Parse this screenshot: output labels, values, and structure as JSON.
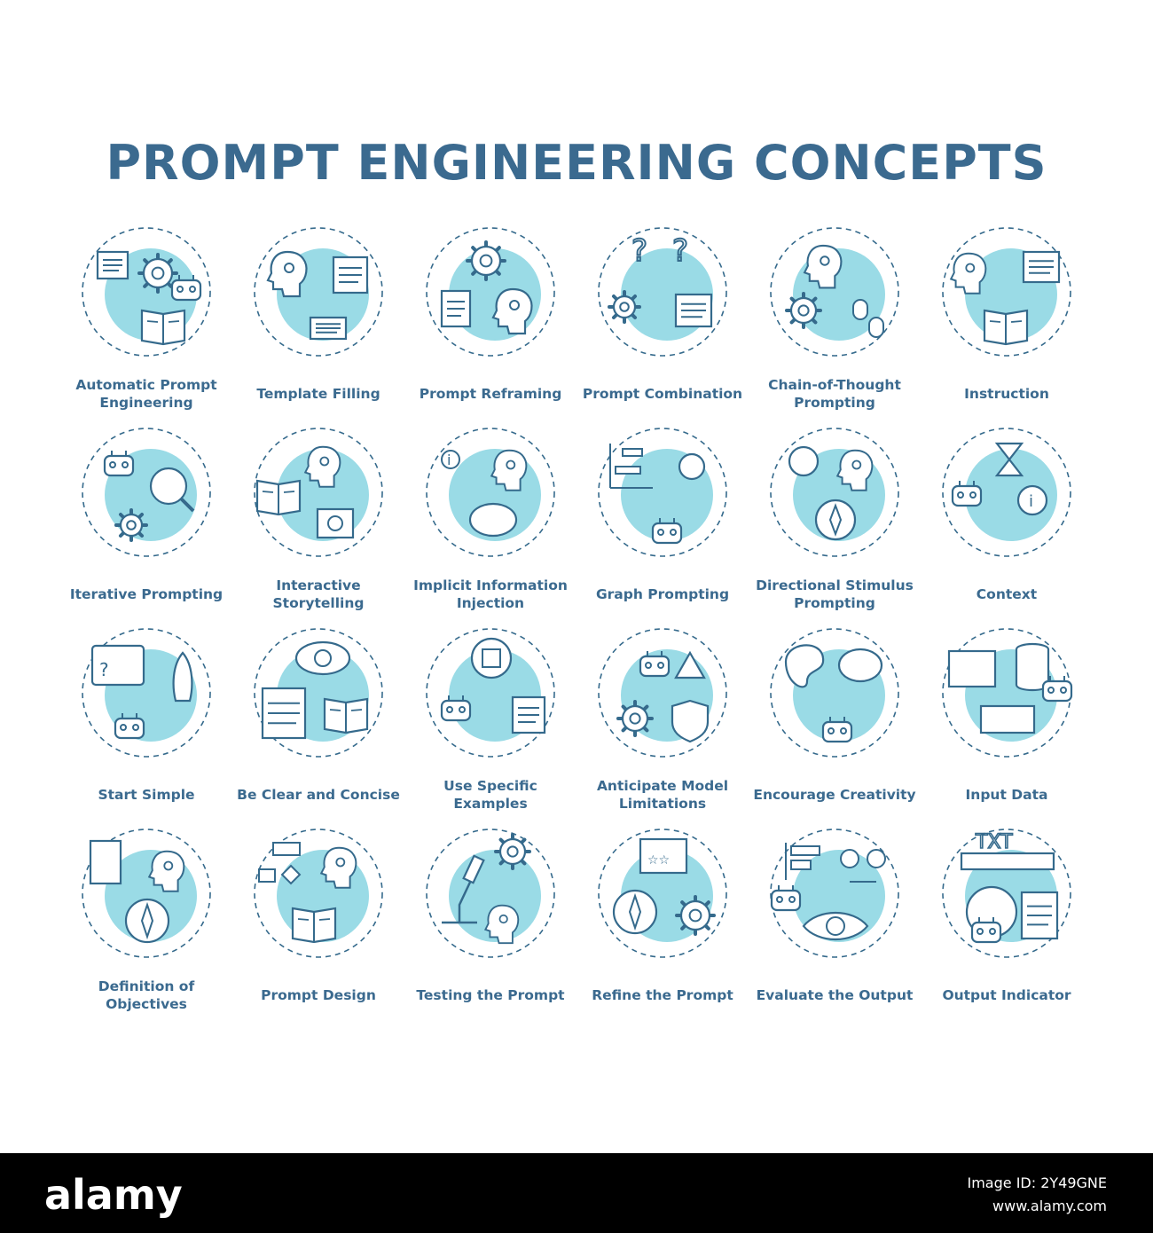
{
  "title": "PROMPT ENGINEERING CONCEPTS",
  "colors": {
    "heading": "#3b6a8f",
    "stroke": "#356a8c",
    "fill": "#9adbe6",
    "footer": "#000000"
  },
  "concepts": [
    {
      "label": "Automatic Prompt Engineering",
      "icon": "brain-gear-book-icon"
    },
    {
      "label": "Template Filling",
      "icon": "head-calendar-form-icon"
    },
    {
      "label": "Prompt Reframing",
      "icon": "gear-arrows-document-icon"
    },
    {
      "label": "Prompt Combination",
      "icon": "question-gears-documents-icon"
    },
    {
      "label": "Chain-of-Thought Prompting",
      "icon": "head-bulb-gears-steps-icon"
    },
    {
      "label": "Instruction",
      "icon": "heads-chat-book-icon"
    },
    {
      "label": "Iterative Prompting",
      "icon": "robot-magnifier-cycle-icon"
    },
    {
      "label": "Interactive Storytelling",
      "icon": "book-head-theater-icon"
    },
    {
      "label": "Implicit Information Injection",
      "icon": "hand-info-brain-icon"
    },
    {
      "label": "Graph Prompting",
      "icon": "gantt-network-robot-icon"
    },
    {
      "label": "Directional Stimulus Prompting",
      "icon": "target-head-compass-icon"
    },
    {
      "label": "Context",
      "icon": "hourglass-globe-info-icon"
    },
    {
      "label": "Start Simple",
      "icon": "window-rocket-robot-icon"
    },
    {
      "label": "Be Clear and Concise",
      "icon": "eye-checklist-book-icon"
    },
    {
      "label": "Use Specific Examples",
      "icon": "target-robot-hand-document-icon"
    },
    {
      "label": "Anticipate Model Limitations",
      "icon": "robot-warning-shield-icon"
    },
    {
      "label": "Encourage Creativity",
      "icon": "palette-brain-robot-icon"
    },
    {
      "label": "Input Data",
      "icon": "monitor-database-keyboard-icon"
    },
    {
      "label": "Definition of Objectives",
      "icon": "notebook-head-compass-icon"
    },
    {
      "label": "Prompt Design",
      "icon": "flowchart-head-book-icon"
    },
    {
      "label": "Testing the Prompt",
      "icon": "microscope-gears-head-icon"
    },
    {
      "label": "Refine the Prompt",
      "icon": "rating-wrench-compass-icon"
    },
    {
      "label": "Evaluate the Output",
      "icon": "chart-scale-eye-icon"
    },
    {
      "label": "Output Indicator",
      "icon": "txt-ruler-robot-checklist-icon"
    }
  ],
  "footer": {
    "brand": "alamy",
    "image_id": "Image ID: 2Y49GNE",
    "site": "www.alamy.com"
  }
}
